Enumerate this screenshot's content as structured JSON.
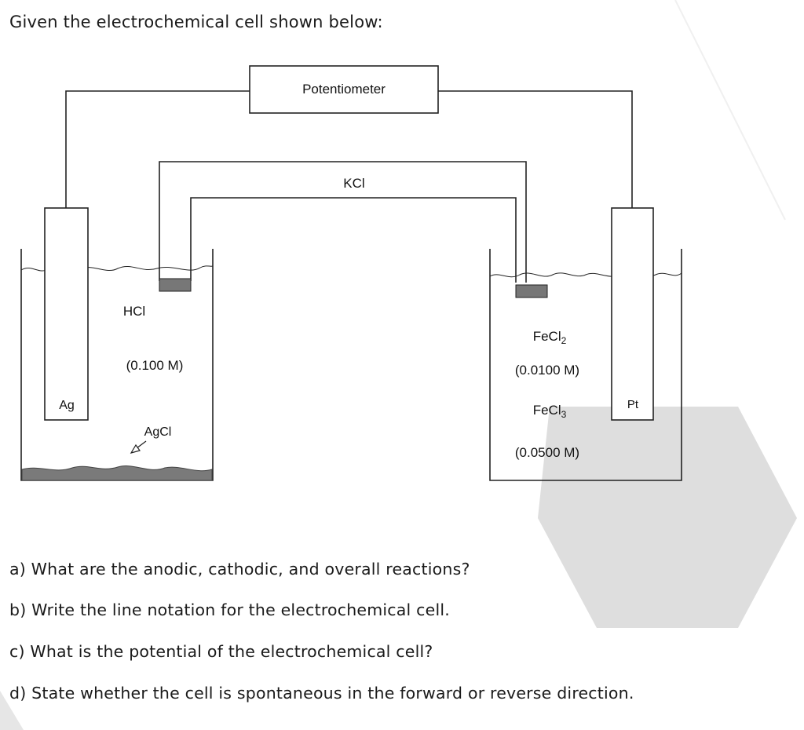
{
  "prompt": "Given the electrochemical cell shown below:",
  "diagram": {
    "potentiometer": "Potentiometer",
    "salt_bridge": "KCl",
    "left_electrode": "Ag",
    "left_solution": "HCl",
    "left_concentration": "(0.100 M)",
    "left_precipitate": "AgCl",
    "right_electrode": "Pt",
    "right_species_1": "FeCl",
    "right_species_1_sub": "2",
    "right_concentration_1": "(0.0100 M)",
    "right_species_2": "FeCl",
    "right_species_2_sub": "3",
    "right_concentration_2": "(0.0500 M)"
  },
  "questions": [
    "a) What are the anodic, cathodic, and overall reactions?",
    "b) Write the line notation for the electrochemical cell.",
    "c) What is the potential of the electrochemical cell?",
    "d) State whether the cell is spontaneous in the forward or reverse direction."
  ],
  "colors": {
    "line": "#222222",
    "electrode_fill": "#ffffff",
    "precipitate": "#7a7a7a",
    "bridge_plug": "#777777",
    "background_shape": "#dcdcdc"
  }
}
